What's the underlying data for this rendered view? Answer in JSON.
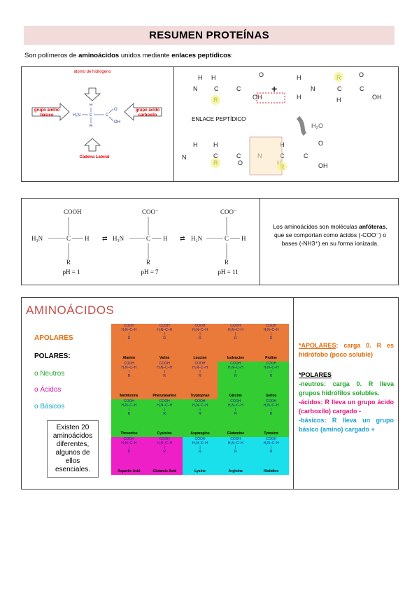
{
  "header": {
    "title": "RESUMEN PROTEÍNAS"
  },
  "intro": {
    "pre": "Son polímeros de ",
    "b1": "aminoácidos",
    "mid": " unidos mediante ",
    "b2": "enlaces peptídicos",
    "post": ":"
  },
  "section1": {
    "left_labels": {
      "hydrogen": "átomo de hidrógeno",
      "amino": "grupo amino básico",
      "acid": "grupo ácido carboxilo",
      "chain": "Cadena Lateral"
    },
    "right_labels": {
      "bond": "ENLACE PEPTÍDICO",
      "water": "H₂O"
    }
  },
  "section2": {
    "ph_labels": [
      "pH = 1",
      "pH = 7",
      "pH = 11"
    ],
    "text_pre": "Los aminoácidos son moléculas ",
    "text_bold": "anfóteras",
    "text_post": ", que se comportan como ácidos (-COO⁻) o bases     (-NH3⁺) en su forma ionizada."
  },
  "section3": {
    "title": "AMINOÁCIDOS",
    "apolares": "APOLARES",
    "polares": "POLARES:",
    "neutros": "o  Neutros",
    "acidos": "o  Ácidos",
    "basicos": "o  Básicos",
    "note": "Existen 20 aminoácidos diferentes, algunos de ellos esenciales.",
    "tiles": [
      {
        "name": "Alanine",
        "group": "apolar"
      },
      {
        "name": "Valine",
        "group": "apolar"
      },
      {
        "name": "Leucine",
        "group": "apolar"
      },
      {
        "name": "Isoleucine",
        "group": "apolar"
      },
      {
        "name": "Proline",
        "group": "apolar"
      },
      {
        "name": "Methionine",
        "group": "apolar"
      },
      {
        "name": "Phenylalanine",
        "group": "apolar"
      },
      {
        "name": "Tryptophan",
        "group": "apolar"
      },
      {
        "name": "Glycine",
        "group": "neutral"
      },
      {
        "name": "Serine",
        "group": "neutral"
      },
      {
        "name": "Threonine",
        "group": "neutral"
      },
      {
        "name": "Cysteine",
        "group": "neutral"
      },
      {
        "name": "Asparagine",
        "group": "neutral"
      },
      {
        "name": "Glutamine",
        "group": "neutral"
      },
      {
        "name": "Tyrosine",
        "group": "neutral"
      },
      {
        "name": "Aspartic Acid",
        "group": "acid"
      },
      {
        "name": "Glutamic Acid",
        "group": "acid"
      },
      {
        "name": "Lysine",
        "group": "basic"
      },
      {
        "name": "Arginine",
        "group": "basic"
      },
      {
        "name": "Histidine",
        "group": "basic"
      }
    ],
    "side": {
      "apolares_head": "*APOLARES",
      "apolares_text": ": carga 0. R es hidrófobo (poco soluble)",
      "polares_head": "*POLARES",
      "neutros_text": "-neutros: carga 0. R lleva grupos hidrófilos solubles.",
      "acidos_text": "-ácidos: R lleva un grupo ácido (carboxilo) cargado -",
      "basicos_text": "-básicos: R lleva un grupo básico (amino) cargado +"
    }
  },
  "colors": {
    "apolar": "#e97a3a",
    "neutral": "#33cc33",
    "acid": "#ee1fc6",
    "basic": "#19e0ea",
    "title_bg": "#f2dcdb",
    "aa_title": "#c0504d"
  }
}
